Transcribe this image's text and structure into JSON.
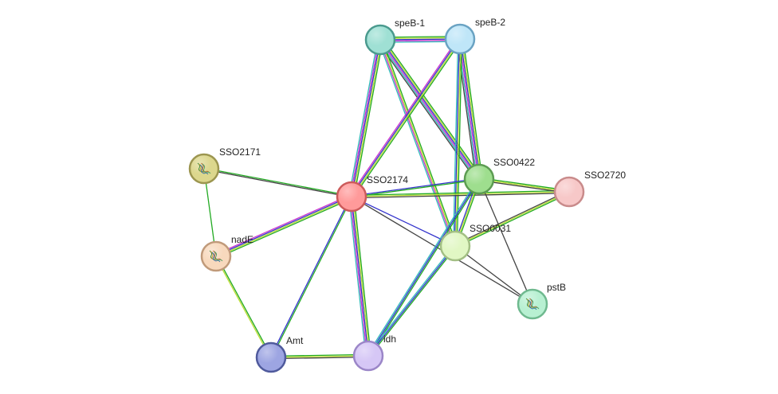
{
  "nodes": [
    {
      "id": "speB-1",
      "label": "speB-1",
      "fill": "#9fe0d4",
      "stroke": "#4a9a8e",
      "icon": "none"
    },
    {
      "id": "speB-2",
      "label": "speB-2",
      "fill": "#bfe6f8",
      "stroke": "#6aa3c3",
      "icon": "none"
    },
    {
      "id": "SSO2171",
      "label": "SSO2171",
      "fill": "#dcd78d",
      "stroke": "#9c9650",
      "icon": "protein-structure-icon"
    },
    {
      "id": "SSO2174",
      "label": "SSO2174",
      "fill": "#ff9a9a",
      "stroke": "#cc5a5a",
      "icon": "none"
    },
    {
      "id": "SSO0422",
      "label": "SSO0422",
      "fill": "#9ede8e",
      "stroke": "#5c9c52",
      "icon": "none"
    },
    {
      "id": "SSO2720",
      "label": "SSO2720",
      "fill": "#f7c8c8",
      "stroke": "#c98b8b",
      "icon": "none"
    },
    {
      "id": "nadE",
      "label": "nadE",
      "fill": "#f8d9bd",
      "stroke": "#c09a7a",
      "icon": "protein-structure-icon"
    },
    {
      "id": "SSO0031",
      "label": "SSO0031",
      "fill": "#e1f7c4",
      "stroke": "#a3bf84",
      "icon": "none"
    },
    {
      "id": "pstB",
      "label": "pstB",
      "fill": "#b8f0d2",
      "stroke": "#6fb98f",
      "icon": "protein-structure-icon"
    },
    {
      "id": "Amt",
      "label": "Amt",
      "fill": "#9da5e2",
      "stroke": "#4f5a9c",
      "icon": "none"
    },
    {
      "id": "idh",
      "label": "idh",
      "fill": "#d6c7f6",
      "stroke": "#9b86c8",
      "icon": "none"
    }
  ],
  "edges": [
    {
      "from": "speB-1",
      "to": "speB-2",
      "colors": [
        "#22aa22",
        "#bbdd33",
        "#3333cc",
        "#cc33cc",
        "#33bbbb"
      ]
    },
    {
      "from": "speB-1",
      "to": "SSO2174",
      "colors": [
        "#22aa22",
        "#bbdd33",
        "#3333cc",
        "#cc33cc",
        "#33bbbb"
      ]
    },
    {
      "from": "speB-1",
      "to": "SSO0422",
      "colors": [
        "#22aa22",
        "#bbdd33",
        "#3333cc",
        "#cc33cc",
        "#33bbbb",
        "#444444"
      ]
    },
    {
      "from": "speB-1",
      "to": "SSO0031",
      "colors": [
        "#22aa22",
        "#bbdd33",
        "#cc33cc",
        "#33bbbb"
      ]
    },
    {
      "from": "speB-2",
      "to": "SSO2174",
      "colors": [
        "#22aa22",
        "#bbdd33",
        "#3333cc",
        "#cc33cc"
      ]
    },
    {
      "from": "speB-2",
      "to": "SSO0422",
      "colors": [
        "#22aa22",
        "#bbdd33",
        "#3333cc",
        "#cc33cc",
        "#33bbbb",
        "#444444"
      ]
    },
    {
      "from": "speB-2",
      "to": "SSO0031",
      "colors": [
        "#22aa22",
        "#bbdd33",
        "#3333cc",
        "#33bbbb"
      ]
    },
    {
      "from": "SSO2171",
      "to": "SSO2174",
      "colors": [
        "#22aa22",
        "#444444"
      ]
    },
    {
      "from": "SSO2171",
      "to": "nadE",
      "colors": [
        "#22aa22"
      ]
    },
    {
      "from": "SSO2174",
      "to": "nadE",
      "colors": [
        "#22aa22",
        "#bbdd33",
        "#3333cc",
        "#cc33cc"
      ]
    },
    {
      "from": "SSO2174",
      "to": "SSO0422",
      "colors": [
        "#3333cc",
        "#22aa22"
      ]
    },
    {
      "from": "SSO2174",
      "to": "SSO2720",
      "colors": [
        "#22aa22",
        "#bbdd33",
        "#444444"
      ]
    },
    {
      "from": "SSO2174",
      "to": "SSO0031",
      "colors": [
        "#3333cc"
      ]
    },
    {
      "from": "SSO2174",
      "to": "pstB",
      "colors": [
        "#444444"
      ]
    },
    {
      "from": "SSO2174",
      "to": "Amt",
      "colors": [
        "#22aa22",
        "#3333cc"
      ]
    },
    {
      "from": "SSO2174",
      "to": "idh",
      "colors": [
        "#22aa22",
        "#bbdd33",
        "#3333cc",
        "#cc33cc",
        "#33bbbb"
      ]
    },
    {
      "from": "SSO0422",
      "to": "SSO2720",
      "colors": [
        "#22aa22",
        "#bbdd33",
        "#444444"
      ]
    },
    {
      "from": "SSO0422",
      "to": "SSO0031",
      "colors": [
        "#22aa22",
        "#bbdd33",
        "#3333cc"
      ]
    },
    {
      "from": "SSO0422",
      "to": "pstB",
      "colors": [
        "#444444"
      ]
    },
    {
      "from": "SSO0422",
      "to": "idh",
      "colors": [
        "#22aa22",
        "#3333cc",
        "#33bbbb"
      ]
    },
    {
      "from": "SSO2720",
      "to": "SSO0031",
      "colors": [
        "#22aa22",
        "#bbdd33",
        "#444444"
      ]
    },
    {
      "from": "SSO0031",
      "to": "pstB",
      "colors": [
        "#444444"
      ]
    },
    {
      "from": "SSO0031",
      "to": "idh",
      "colors": [
        "#22aa22",
        "#3333cc",
        "#33bbbb"
      ]
    },
    {
      "from": "nadE",
      "to": "Amt",
      "colors": [
        "#22aa22",
        "#bbdd33"
      ]
    },
    {
      "from": "Amt",
      "to": "idh",
      "colors": [
        "#22aa22",
        "#bbdd33",
        "#444444"
      ]
    }
  ]
}
